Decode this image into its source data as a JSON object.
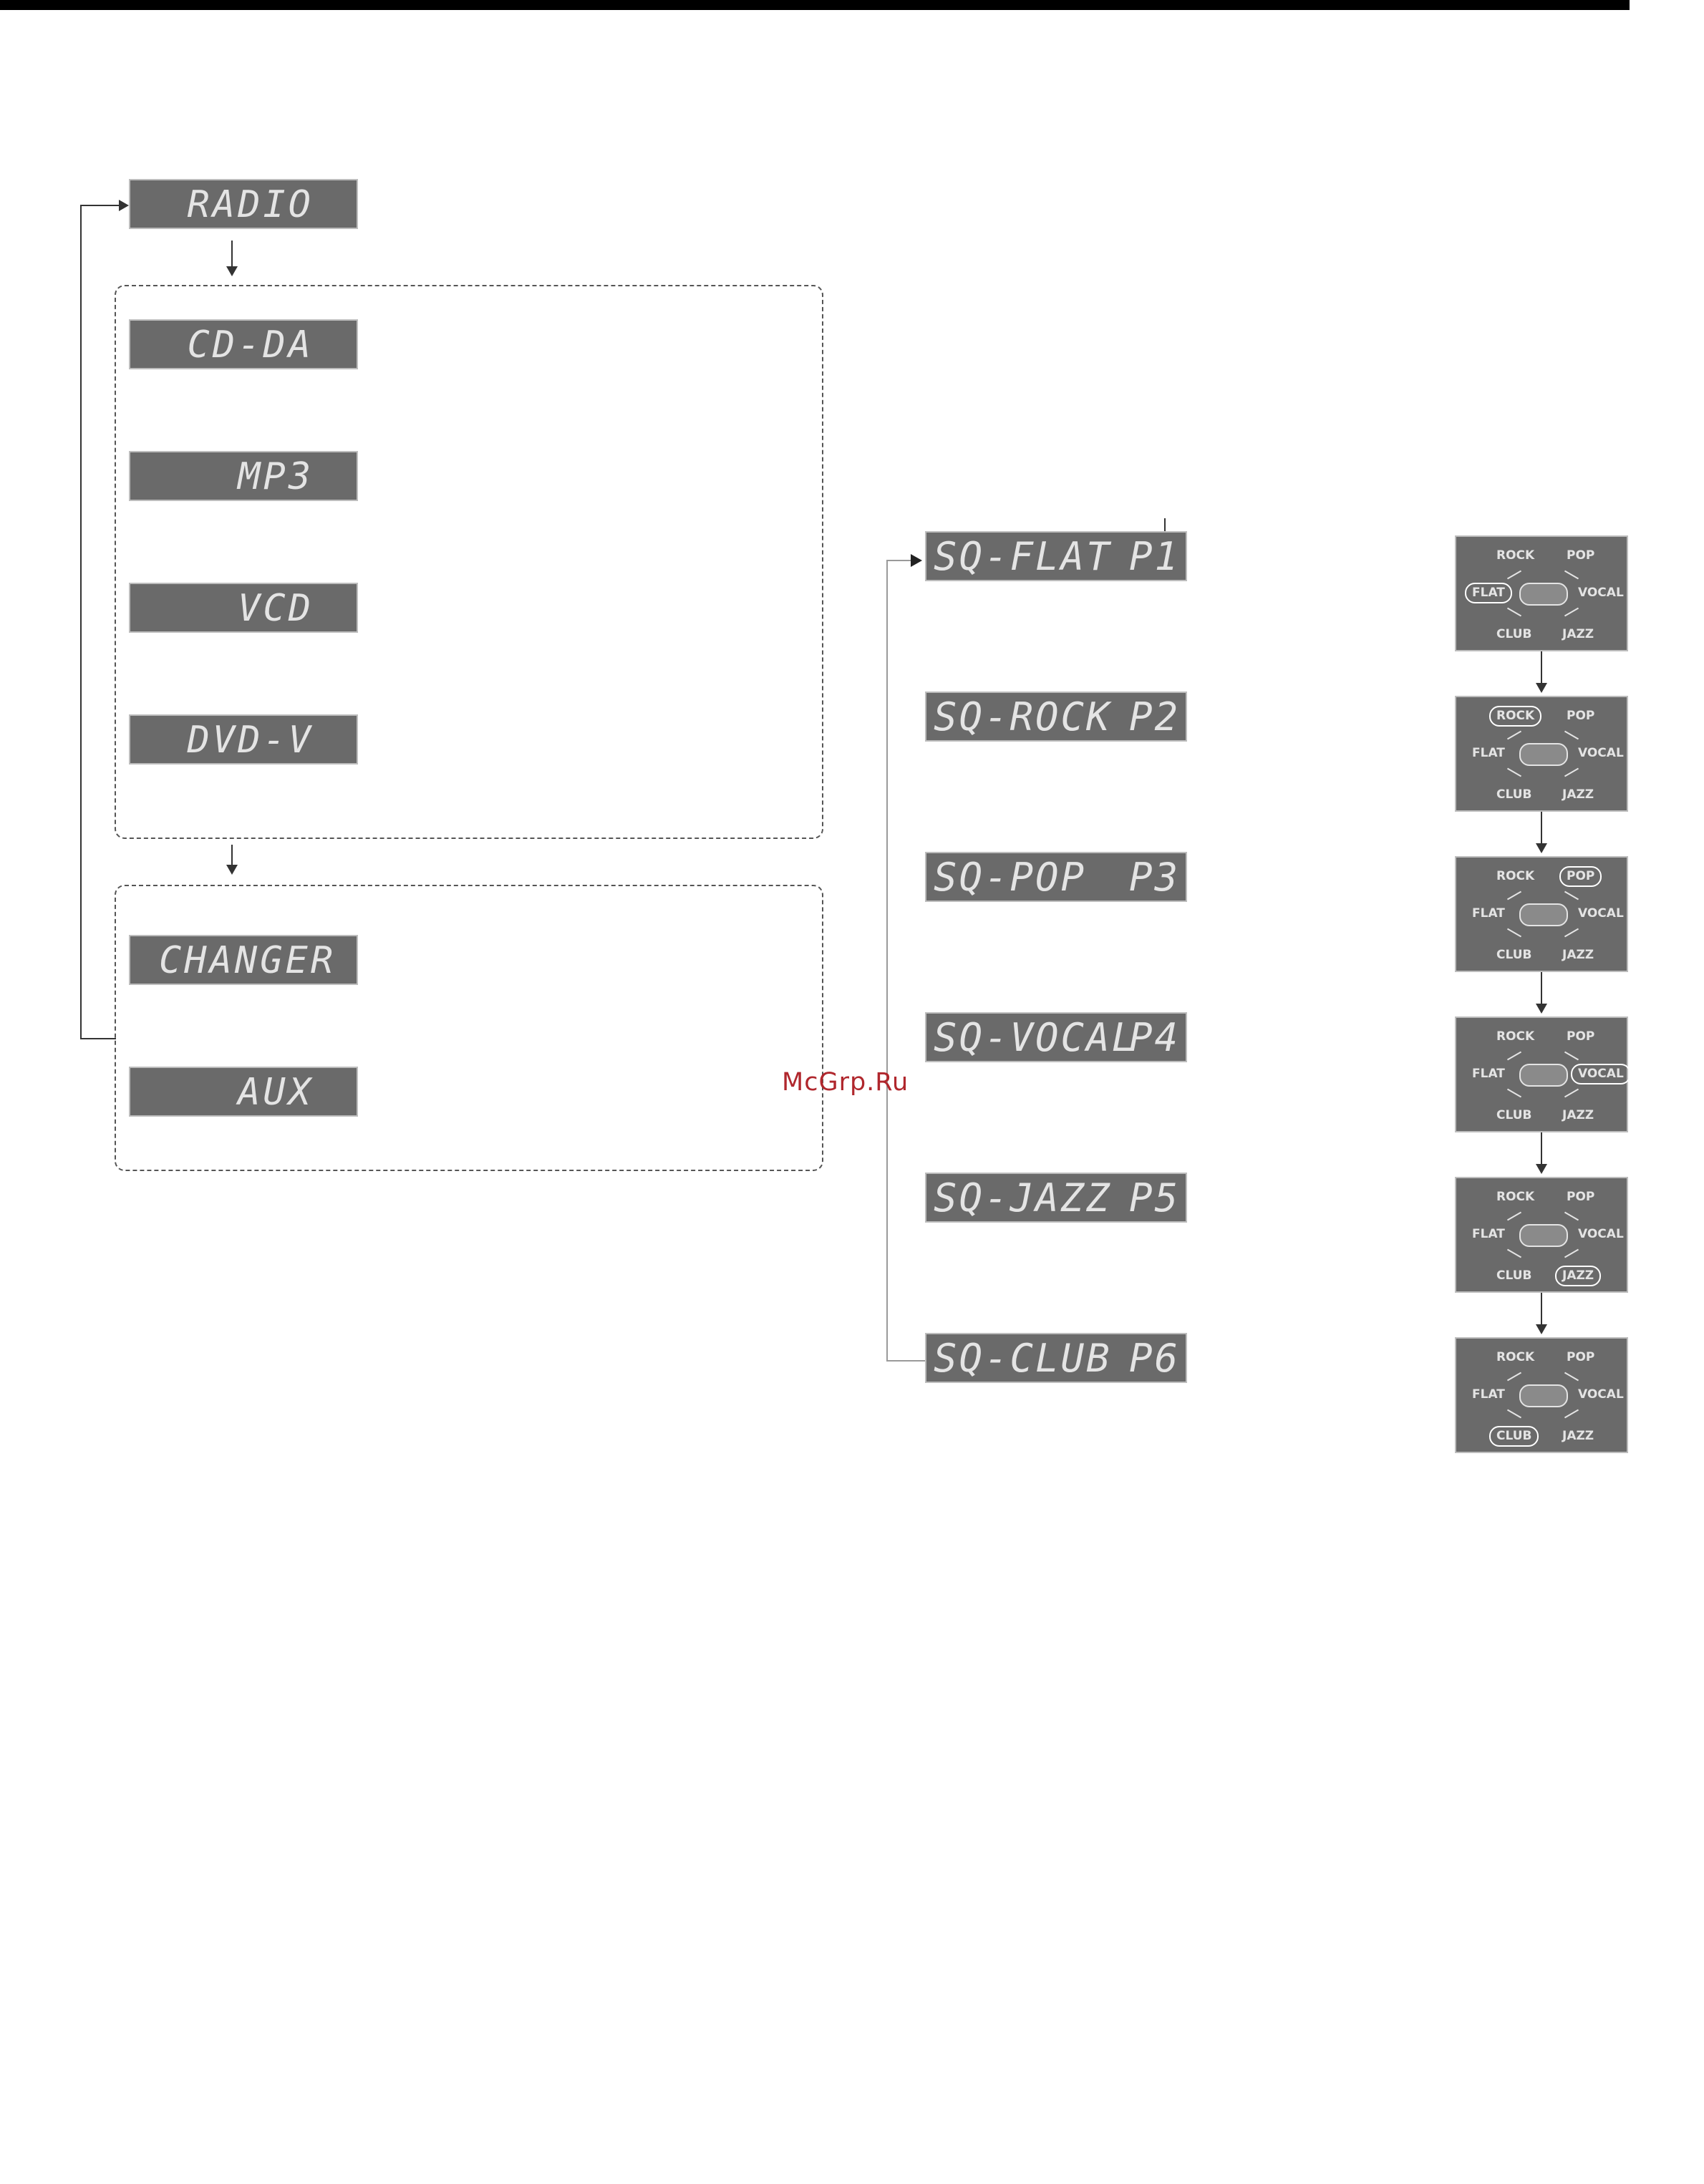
{
  "source_displays": {
    "radio": "RADIO",
    "disc": [
      "CD-DA",
      "MP3",
      "VCD",
      "DVD-V"
    ],
    "external": [
      "CHANGER",
      "AUX"
    ]
  },
  "sq_displays": [
    {
      "mode": "SQ-FLAT",
      "preset": "P1"
    },
    {
      "mode": "SQ-ROCK",
      "preset": "P2"
    },
    {
      "mode": "SQ-POP",
      "preset": "P3"
    },
    {
      "mode": "SQ-VOCAL",
      "preset": "P4"
    },
    {
      "mode": "SQ-JAZZ",
      "preset": "P5"
    },
    {
      "mode": "SQ-CLUB",
      "preset": "P6"
    }
  ],
  "indicator_labels": {
    "rock": "ROCK",
    "pop": "POP",
    "flat": "FLAT",
    "vocal": "VOCAL",
    "club": "CLUB",
    "jazz": "JAZZ"
  },
  "indicator_selected": [
    "flat",
    "rock",
    "pop",
    "vocal",
    "jazz",
    "club"
  ],
  "watermark": "McGrp.Ru",
  "colors": {
    "lcd_background": "#6a6a6a",
    "lcd_text": "#e4e4e4",
    "watermark": "#b0272d"
  }
}
